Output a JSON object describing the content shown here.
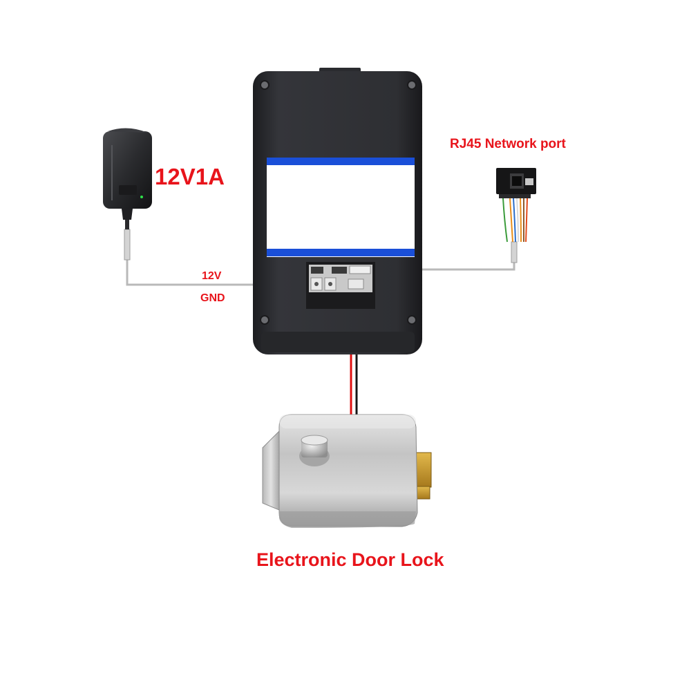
{
  "labels": {
    "adapter": "12V1A",
    "network_port": "RJ45 Network port",
    "wire_12v": "12V",
    "wire_gnd": "GND",
    "door_lock": "Electronic Door Lock"
  },
  "colors": {
    "label_red": "#e8141b",
    "device_body": "#2b2c30",
    "screen_band": "#1a4fd8",
    "wire_grey": "#b9b9b9",
    "wire_red": "#e01010",
    "wire_black": "#151515",
    "lock_steel": "#c9c9c9",
    "lock_brass": "#c89a2e"
  },
  "components": {
    "power_adapter": "power-adapter-icon",
    "intercom_unit": "intercom-unit-icon",
    "rj45_connector": "rj45-connector-icon",
    "door_lock": "electronic-lock-icon"
  }
}
